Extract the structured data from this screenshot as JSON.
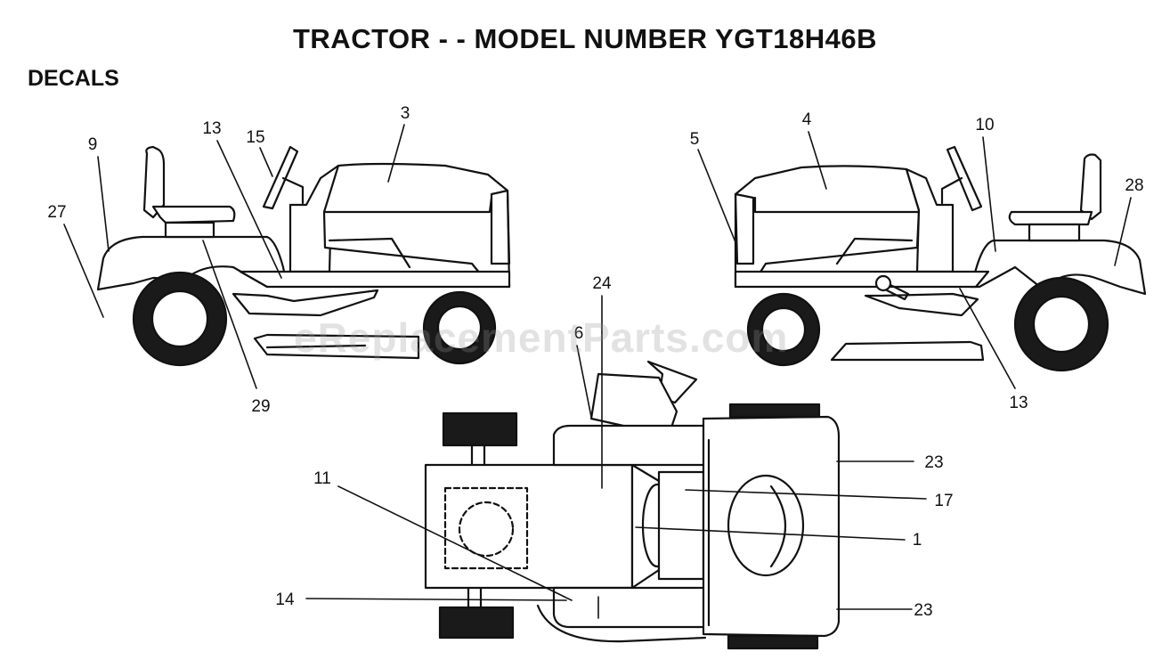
{
  "header": {
    "title": "TRACTOR - - MODEL NUMBER YGT18H46B",
    "section": "DECALS"
  },
  "watermark": "eReplacementParts.com",
  "callouts": {
    "left_9": "9",
    "left_13": "13",
    "left_15": "15",
    "left_3": "3",
    "left_27": "27",
    "left_29": "29",
    "right_5": "5",
    "right_4": "4",
    "right_10": "10",
    "right_28": "28",
    "right_13": "13",
    "top_24": "24",
    "top_6": "6",
    "top_11": "11",
    "top_14": "14",
    "top_23a": "23",
    "top_17": "17",
    "top_1": "1",
    "top_23b": "23"
  },
  "colors": {
    "line": "#111111",
    "tire": "#1a1a1a",
    "fill": "#ffffff"
  }
}
